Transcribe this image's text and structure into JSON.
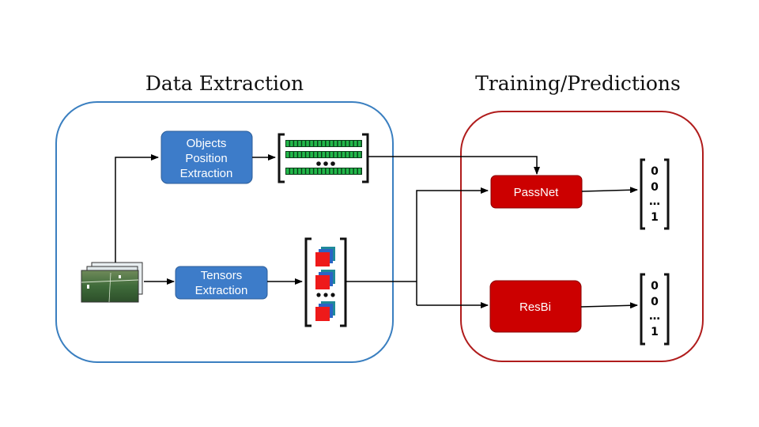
{
  "sections": {
    "left": {
      "title": "Data Extraction",
      "border_color": "#3a7fc0"
    },
    "right": {
      "title": "Training/Predictions",
      "border_color": "#b01c1c"
    }
  },
  "boxes": {
    "objects_position": {
      "lines": [
        "Objects",
        "Position",
        "Extraction"
      ],
      "color": "#3d7cc9"
    },
    "tensors": {
      "lines": [
        "Tensors",
        "Extraction"
      ],
      "color": "#3d7cc9"
    },
    "passnet": {
      "label": "PassNet",
      "color": "#cc0000"
    },
    "resbi": {
      "label": "ResBi",
      "color": "#cc0000"
    }
  },
  "outputs": {
    "passnet_vector": [
      "0",
      "0",
      "…",
      "1"
    ],
    "resbi_vector": [
      "0",
      "0",
      "…",
      "1"
    ]
  },
  "icons": {
    "video_frames": "video-frames-icon",
    "position_matrix": "green-position-rows-icon",
    "tensor_stack": "red-tensor-stack-icon"
  }
}
